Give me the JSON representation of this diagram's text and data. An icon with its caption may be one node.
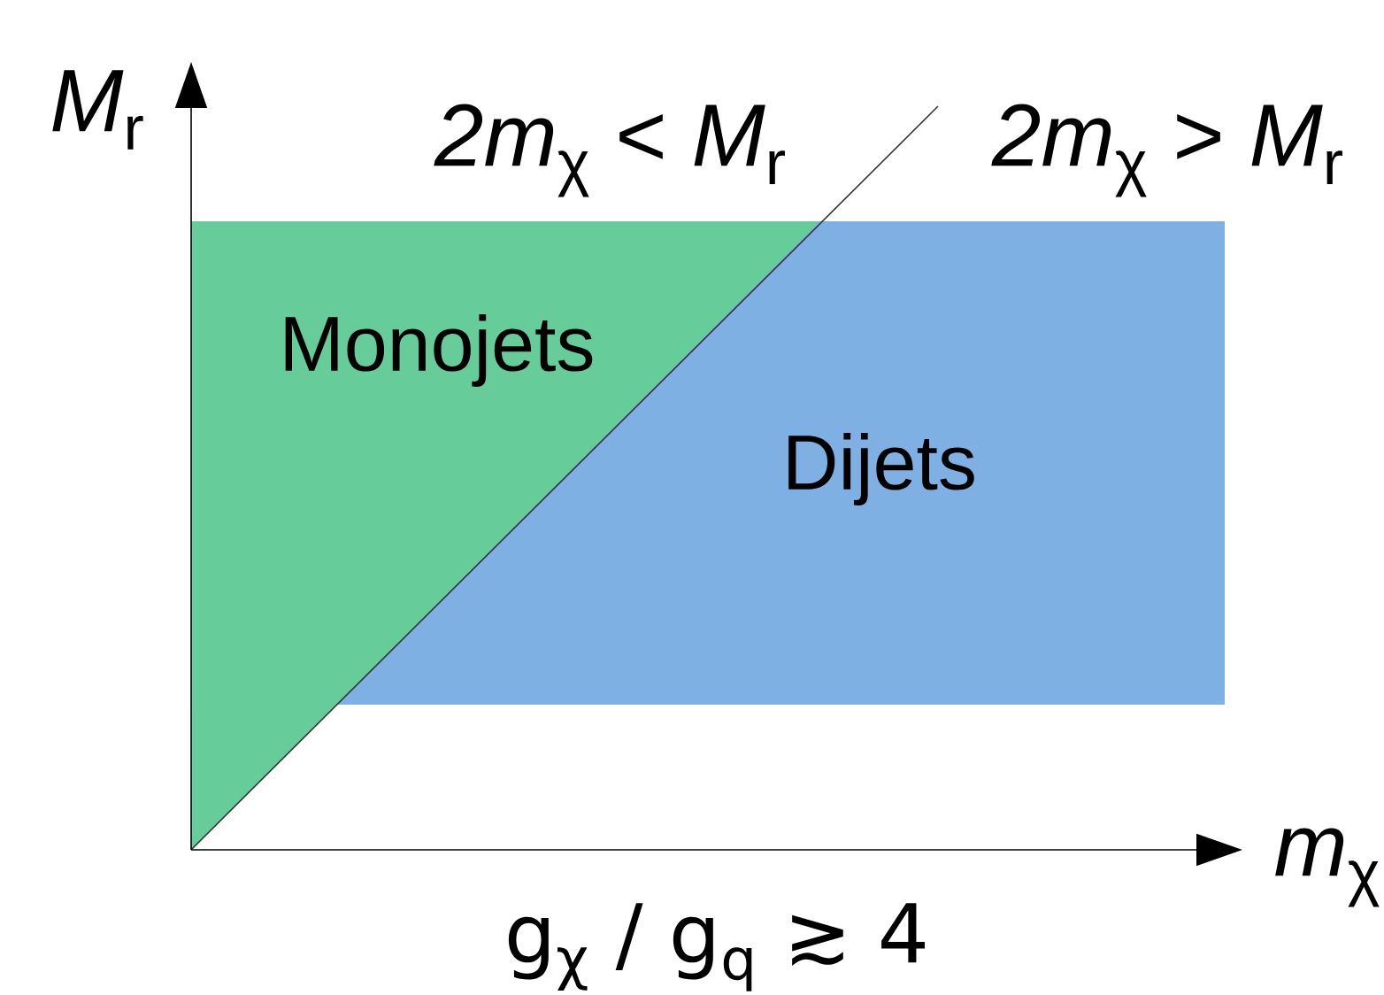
{
  "diagram": {
    "nodes": [
      {
        "text": [
          "Monojets"
        ]
      },
      {
        "text": [
          "Dijets"
        ]
      }
    ],
    "labels": [
      "*M*$_{r}$",
      "*2m*$_{χ}$ < *M*$_{r}$",
      "*2m*$_{χ}$ > *M*$_{r}$",
      "*m*$_{χ}$",
      "g$_{χ}$ / g$_{q}$ ≳ 4"
    ]
  }
}
